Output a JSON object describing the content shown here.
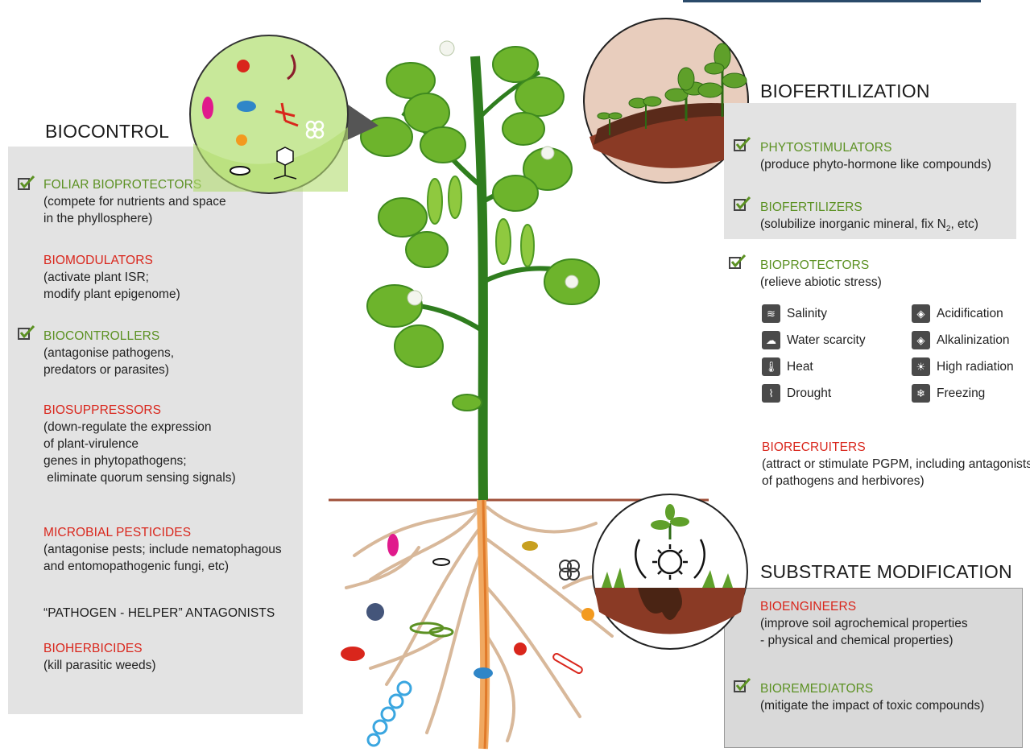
{
  "biocontrol": {
    "title": "BIOCONTROL",
    "items": [
      {
        "title": "FOLIAR BIOPROTECTORS",
        "desc": "(compete for nutrients and space\nin the phyllosphere)"
      },
      {
        "title": "BIOMODULATORS",
        "desc": "(activate plant ISR;\nmodify plant epigenome)"
      },
      {
        "title": "BIOCONTROLLERS",
        "desc": "(antagonise pathogens,\npredators or parasites)"
      },
      {
        "title": "BIOSUPPRESSORS",
        "desc": "(down-regulate the expression\nof plant-virulence\ngenes in phytopathogens;\n eliminate quorum sensing signals)"
      },
      {
        "title": "MICROBIAL PESTICIDES",
        "desc": "(antagonise pests; include nematophagous\nand entomopathogenic fungi, etc)"
      },
      {
        "title": "“PATHOGEN - HELPER” ANTAGONISTS",
        "desc": ""
      },
      {
        "title": "BIOHERBICIDES",
        "desc": "(kill parasitic weeds)"
      }
    ]
  },
  "biofertilization": {
    "title": "BIOFERTILIZATION",
    "items": [
      {
        "title": "PHYTOSTIMULATORS",
        "desc": "(produce phyto-hormone like compounds)"
      },
      {
        "title": "BIOFERTILIZERS",
        "desc": "(solubilize inorganic mineral, fix N",
        "sub": "2",
        "desc_after": ", etc)"
      },
      {
        "title": "BIOPROTECTORS",
        "desc": "(relieve abiotic stress)"
      },
      {
        "title": "BIORECRUITERS",
        "desc": "(attract or stimulate PGPM, including antagonists\nof pathogens and herbivores)"
      }
    ],
    "stresses_left": [
      {
        "label": "Salinity",
        "icon": "salinity-icon"
      },
      {
        "label": "Water scarcity",
        "icon": "water-scarcity-icon"
      },
      {
        "label": "Heat",
        "icon": "heat-icon"
      },
      {
        "label": "Drought",
        "icon": "drought-icon"
      }
    ],
    "stresses_right": [
      {
        "label": "Acidification",
        "icon": "acidification-icon"
      },
      {
        "label": "Alkalinization",
        "icon": "alkalinization-icon"
      },
      {
        "label": "High radiation",
        "icon": "high-radiation-icon"
      },
      {
        "label": "Freezing",
        "icon": "freezing-icon"
      }
    ]
  },
  "substrate": {
    "title": "SUBSTRATE MODIFICATION",
    "items": [
      {
        "title": "BIOENGINEERS",
        "desc": "(improve soil agrochemical properties\n- physical and chemical properties)"
      },
      {
        "title": "BIOREMEDIATORS",
        "desc": "(mitigate the impact of toxic compounds)"
      }
    ]
  },
  "colors": {
    "green_title": "#5c9123",
    "red_title": "#d9261c",
    "panel": "#e3e3e3",
    "soil_line": "#a0503a",
    "root": "#d8b89a",
    "leaf": "#6db42c"
  }
}
